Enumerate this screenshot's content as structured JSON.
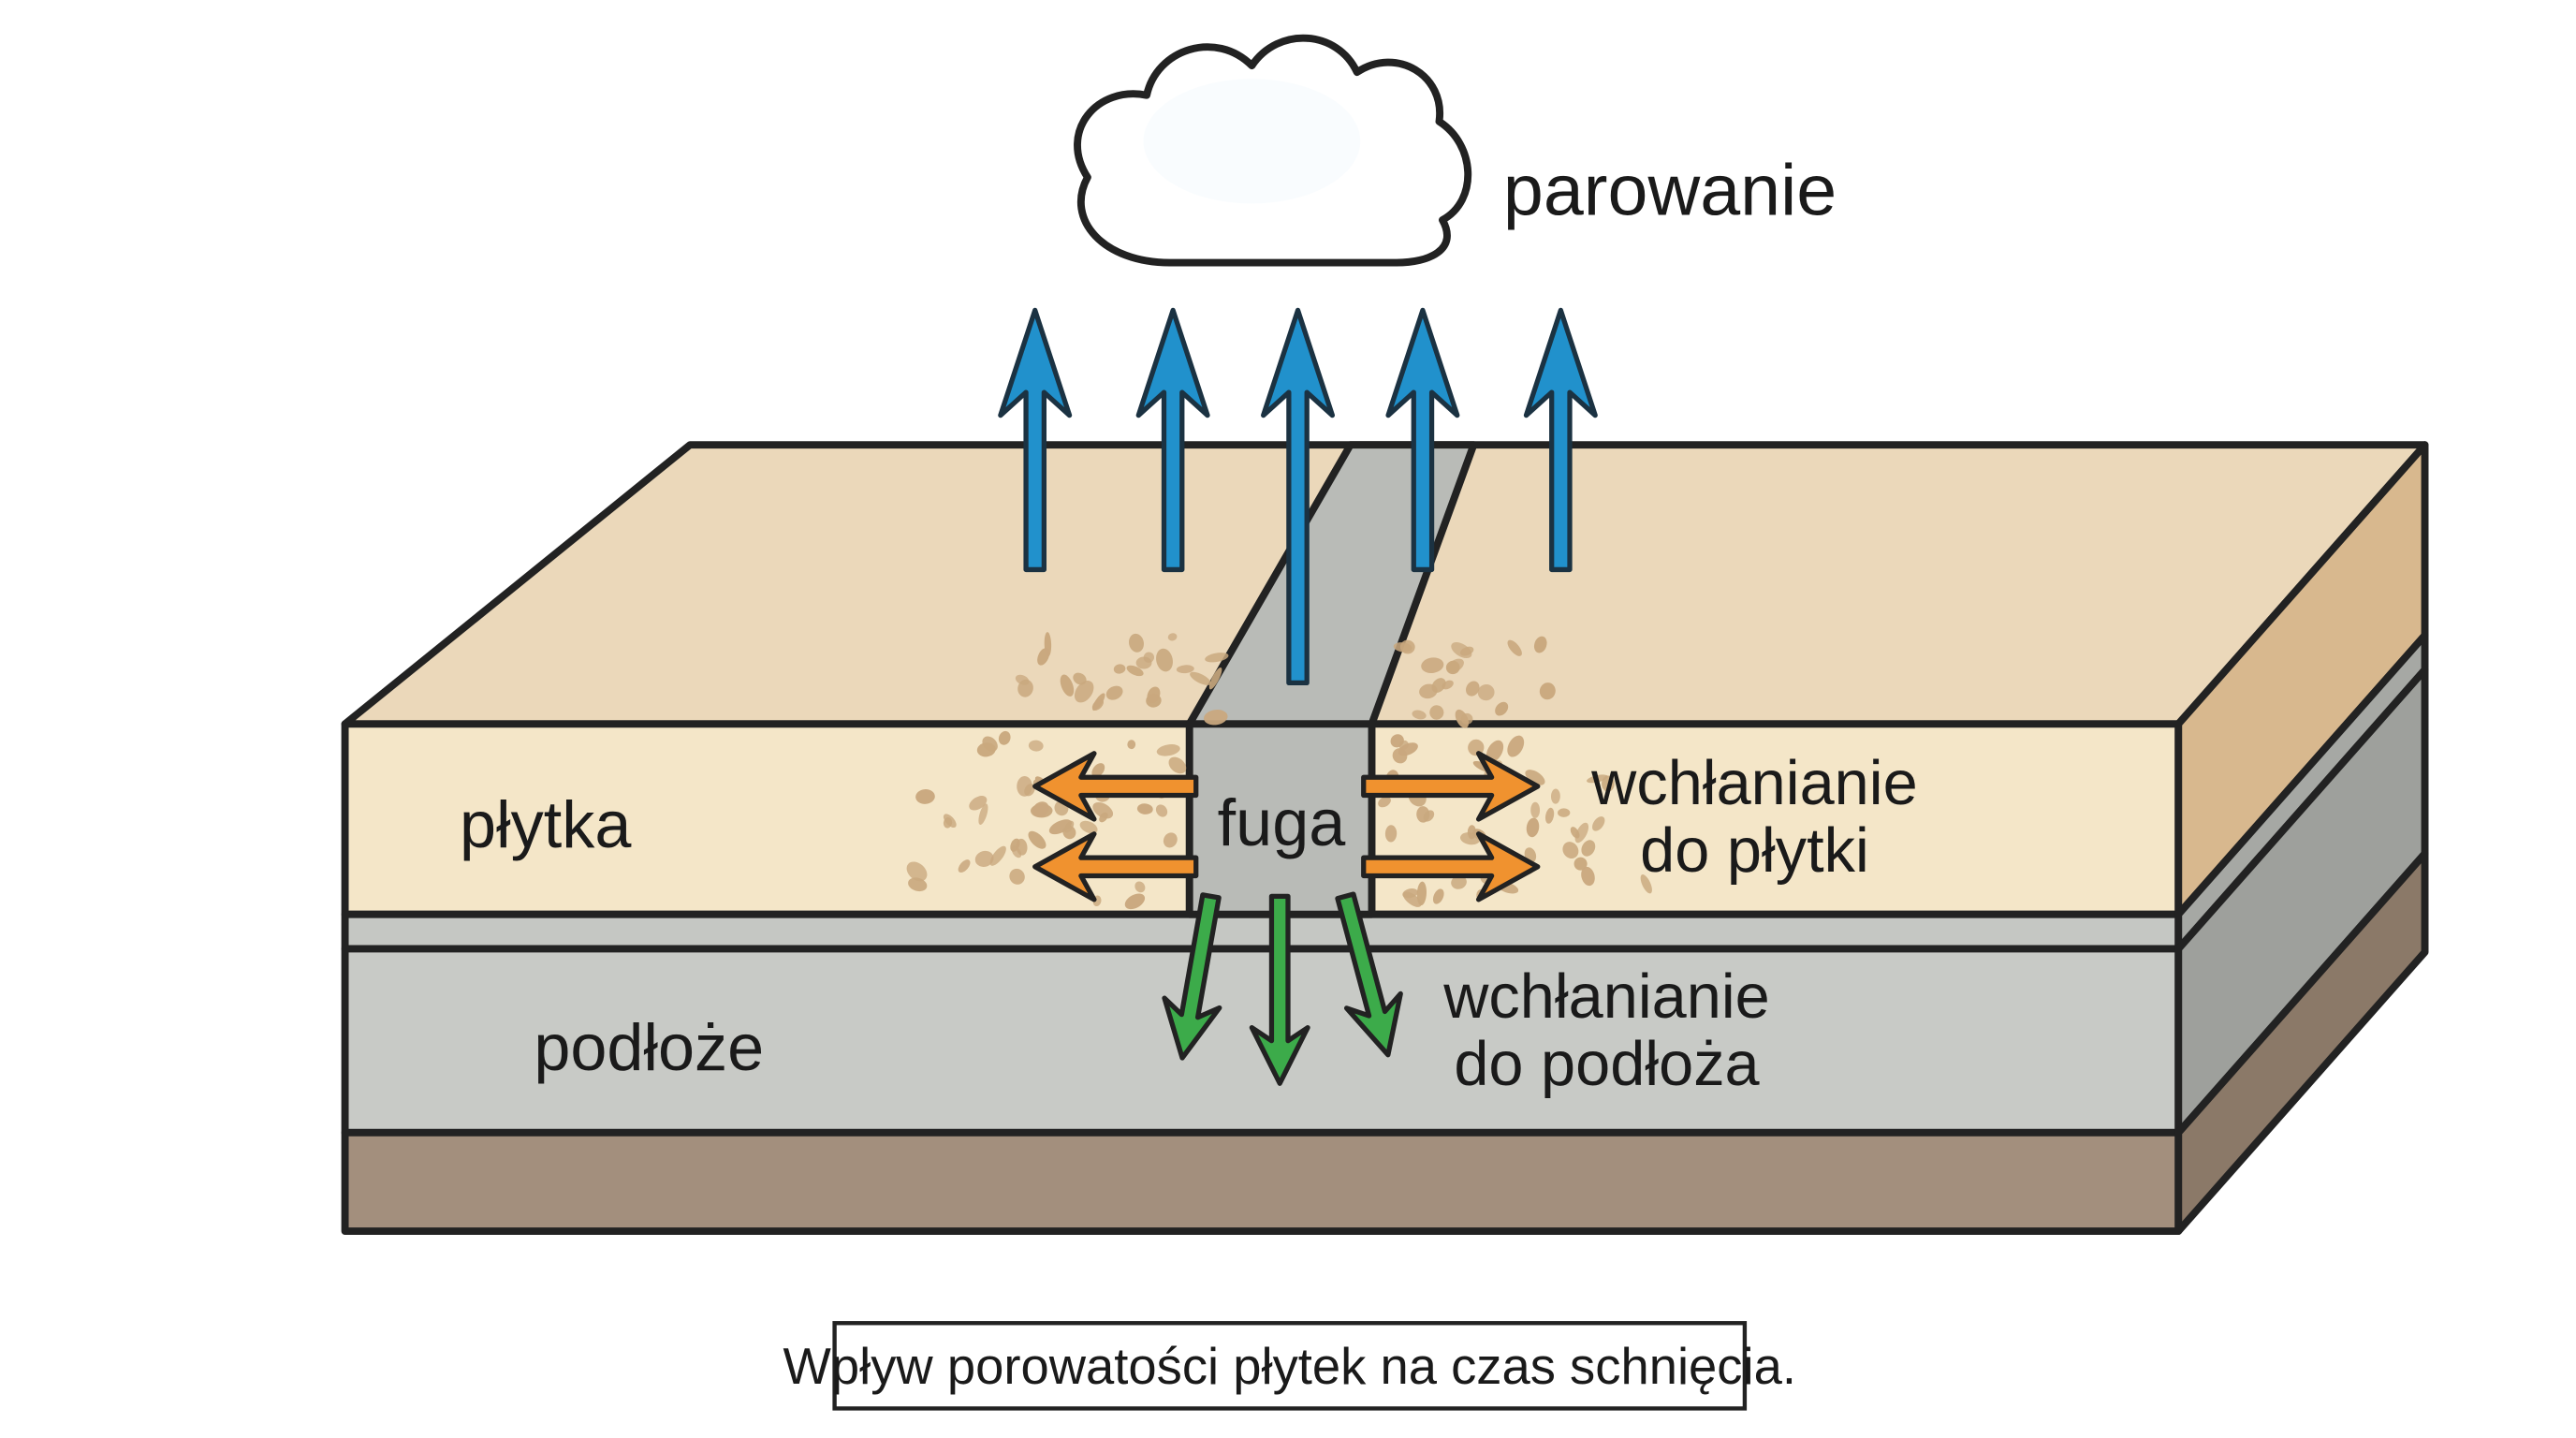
{
  "labels": {
    "evaporation": "parowanie",
    "tile": "płytka",
    "grout": "fuga",
    "absorb_tile_line1": "wchłanianie",
    "absorb_tile_line2": "do płytki",
    "substrate": "podłoże",
    "absorb_substrate_line1": "wchłanianie",
    "absorb_substrate_line2": "do podłoża"
  },
  "caption": "Wpływ porowatości płytek na czas schnięcia.",
  "icons": {
    "cloud": "cloud-icon",
    "up_arrows": "evaporation-arrow-icon",
    "side_arrows": "absorption-into-tile-arrow-icon",
    "down_arrows": "absorption-into-substrate-arrow-icon"
  },
  "colors": {
    "background": "#ffffff",
    "outline": "#222222",
    "text": "#1a1a1a",
    "tile_top": "#ebd8ba",
    "tile_front": "#f4e6c8",
    "tile_side": "#d8b88e",
    "adhesive_front": "#c5c7c3",
    "adhesive_side": "#a6a8a4",
    "substrate_front": "#c8cac6",
    "substrate_side": "#9ea09c",
    "base_front": "#a38f7d",
    "base_side": "#8b7968",
    "grout": "#b9bbb7",
    "speckle": "#c9a87e",
    "arrow_blue": "#2191cc",
    "arrow_orange": "#f0922f",
    "arrow_green": "#3cab4a",
    "cloud_fill": "#d7e6f4",
    "cloud_highlight": "#f7fbfe",
    "caption_box": "#ffffff"
  }
}
